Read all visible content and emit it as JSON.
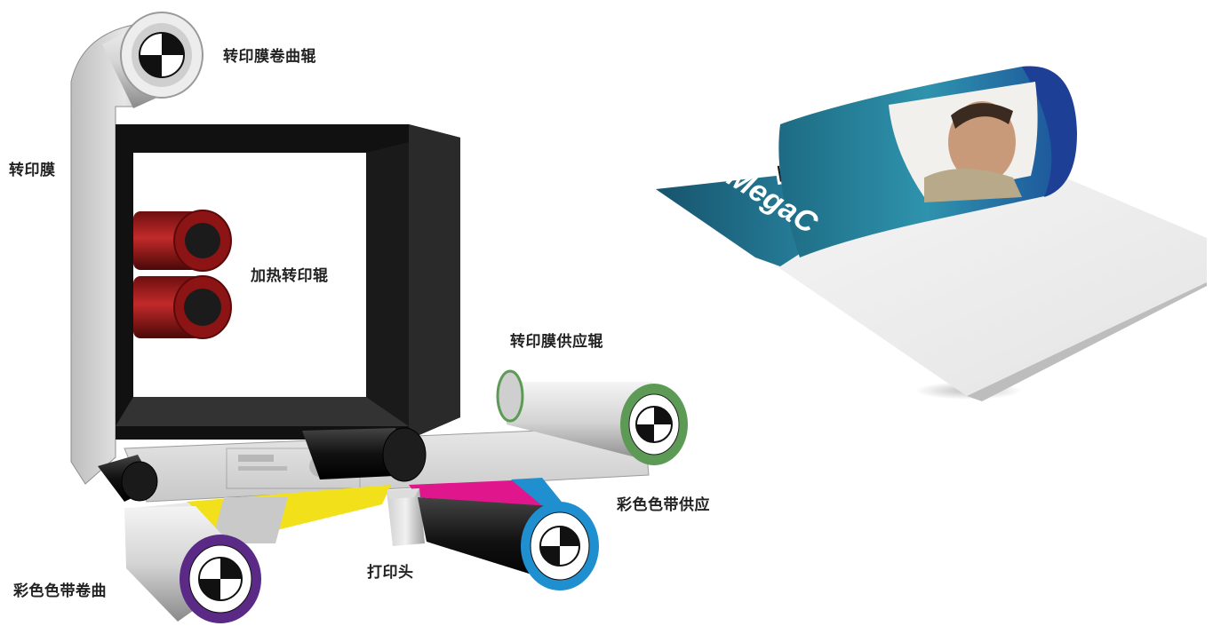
{
  "labels": {
    "transfer_film_takeup_roller": "转印膜卷曲辊",
    "transfer_film": "转印膜",
    "heated_transfer_roller": "加热转印辊",
    "transfer_film_supply_roller": "转印膜供应辊",
    "color_ribbon_supply": "彩色色带供应",
    "print_head": "打印头",
    "color_ribbon_takeup": "彩色色带卷曲"
  },
  "card": {
    "brand_text": "MegaC"
  },
  "colors": {
    "frame": "#1c1c1c",
    "heated_roller": "#a51c1c",
    "film_supply_ring": "#5d9a55",
    "ribbon_supply_ring": "#1f8fcf",
    "ribbon_takeup_ring": "#5b2a86",
    "ribbon_yellow": "#f2e11a",
    "ribbon_magenta": "#e0168c",
    "card_teal": "#1f6f8b",
    "card_blue": "#1d3f96"
  }
}
